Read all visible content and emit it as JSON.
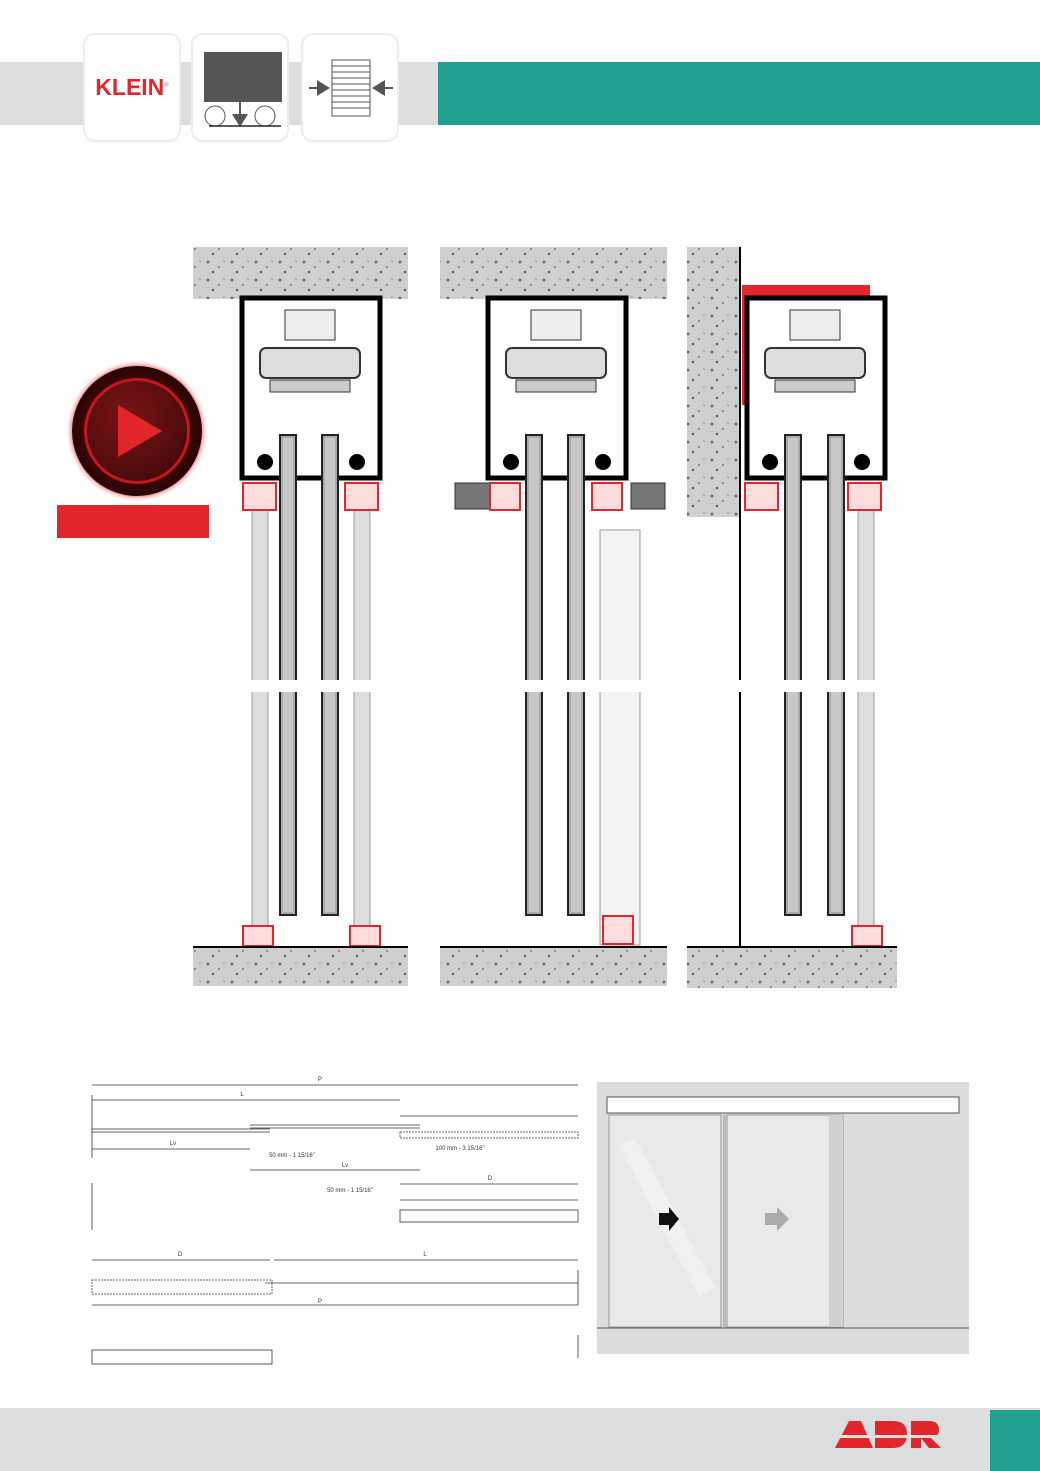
{
  "header": {
    "brand": "KLEIN",
    "brand_mark": "®",
    "icons": [
      "klein-logo",
      "top-hung-load-icon",
      "compact-stack-icon"
    ]
  },
  "video": {
    "icon": "play-icon",
    "label_color": "#e2262b"
  },
  "dimension_diagram": {
    "labels": {
      "p": "P",
      "l": "L",
      "lv": "Lv",
      "gap50": "50 mm - 1 15/16\"",
      "gap100": "100 mm - 3 15/16\"",
      "d": "D"
    }
  },
  "footer": {
    "logo": "ADR"
  },
  "colors": {
    "teal": "#21a08f",
    "red": "#e2262b",
    "gray": "#dcdddf"
  }
}
